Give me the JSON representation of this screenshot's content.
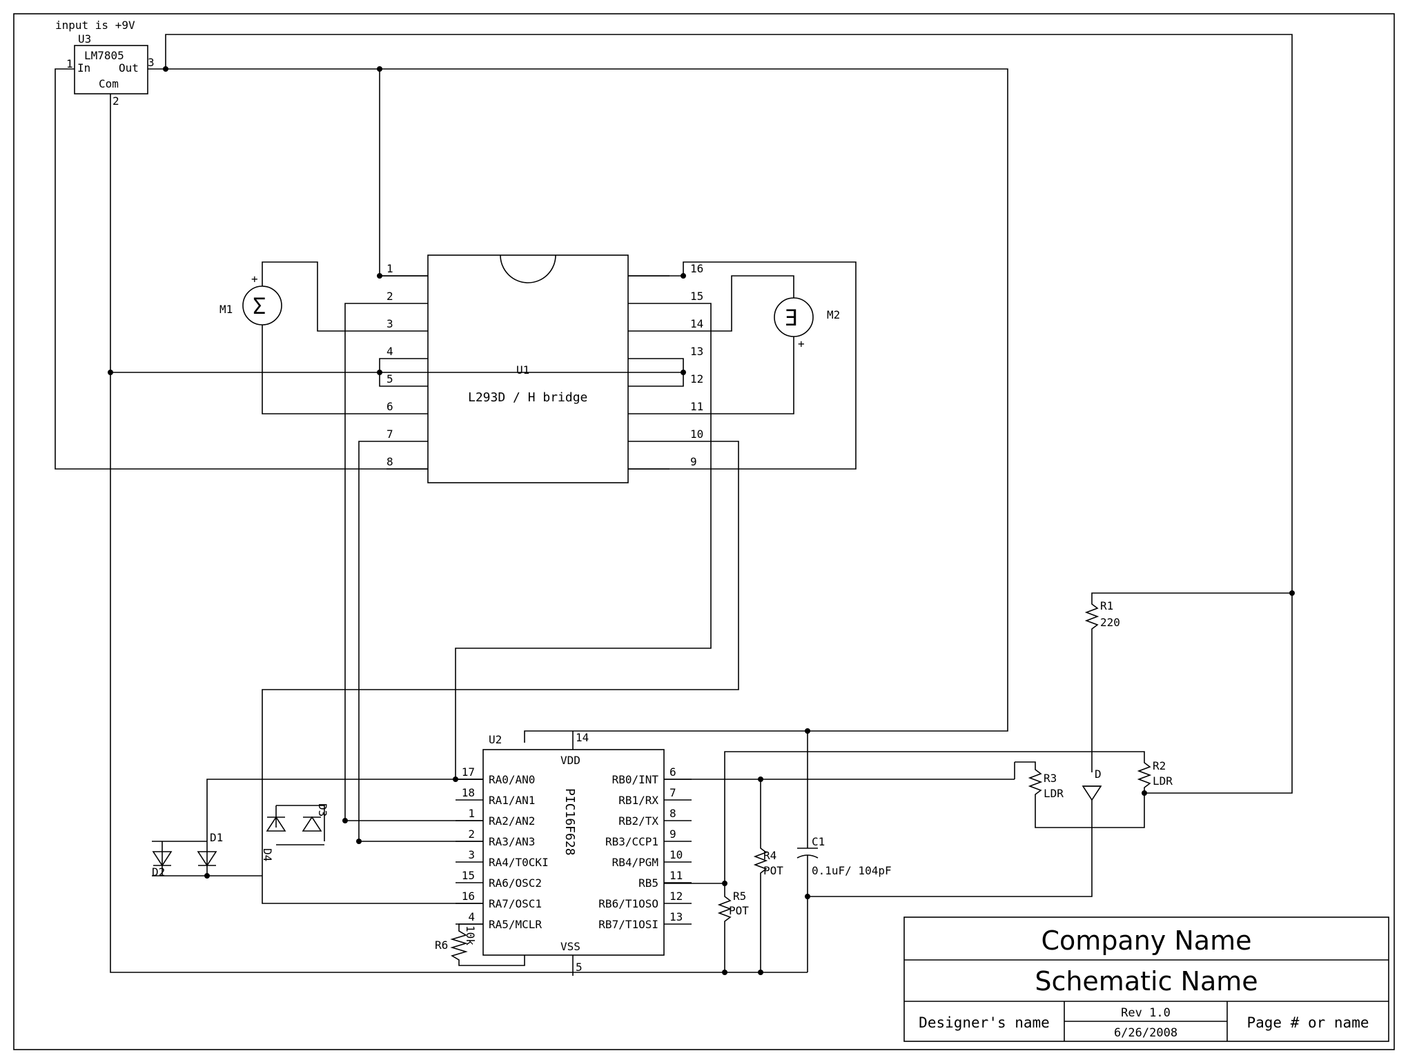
{
  "regulator": {
    "note": "input is +9V",
    "ref": "U3",
    "part": "LM7805",
    "pin_in": "In",
    "pin_out": "Out",
    "pin_com": "Com",
    "pin1": "1",
    "pin2": "2",
    "pin3": "3"
  },
  "hbridge": {
    "ref": "U1",
    "part": "L293D / H bridge",
    "left_pins": [
      "1",
      "2",
      "3",
      "4",
      "5",
      "6",
      "7",
      "8"
    ],
    "right_pins": [
      "16",
      "15",
      "14",
      "13",
      "12",
      "11",
      "10",
      "9"
    ]
  },
  "motors": {
    "m1": "M1",
    "m2": "M2",
    "plus": "+"
  },
  "mcu": {
    "ref": "U2",
    "part": "PIC16F628",
    "vdd": "VDD",
    "vss": "VSS",
    "vdd_pin": "14",
    "vss_pin": "5",
    "left_pins": [
      {
        "num": "17",
        "name": "RA0/AN0"
      },
      {
        "num": "18",
        "name": "RA1/AN1"
      },
      {
        "num": "1",
        "name": "RA2/AN2"
      },
      {
        "num": "2",
        "name": "RA3/AN3"
      },
      {
        "num": "3",
        "name": "RA4/T0CKI"
      },
      {
        "num": "15",
        "name": "RA6/OSC2"
      },
      {
        "num": "16",
        "name": "RA7/OSC1"
      },
      {
        "num": "4",
        "name": "RA5/MCLR"
      }
    ],
    "right_pins": [
      {
        "num": "6",
        "name": "RB0/INT"
      },
      {
        "num": "7",
        "name": "RB1/RX"
      },
      {
        "num": "8",
        "name": "RB2/TX"
      },
      {
        "num": "9",
        "name": "RB3/CCP1"
      },
      {
        "num": "10",
        "name": "RB4/PGM"
      },
      {
        "num": "11",
        "name": "RB5"
      },
      {
        "num": "12",
        "name": "RB6/T1OSO"
      },
      {
        "num": "13",
        "name": "RB7/T1OSI"
      }
    ]
  },
  "components": {
    "r1_ref": "R1",
    "r1_val": "220",
    "r2_ref": "R2",
    "r2_val": "LDR",
    "r3_ref": "R3",
    "r3_val": "LDR",
    "r4_ref": "R4",
    "r4_val": "POT",
    "r5_ref": "R5",
    "r5_val": "POT",
    "r6_ref": "R6",
    "r6_val": "10k",
    "c1_ref": "C1",
    "c1_val": "0.1uF/ 104pF",
    "d_ref": "D",
    "d1_ref": "D1",
    "d2_ref": "D2",
    "d3_ref": "D3",
    "d4_ref": "D4"
  },
  "title_block": {
    "company": "Company Name",
    "schematic": "Schematic Name",
    "designer": "Designer's name",
    "rev": "Rev 1.0",
    "date": "6/26/2008",
    "page": "Page # or name"
  }
}
